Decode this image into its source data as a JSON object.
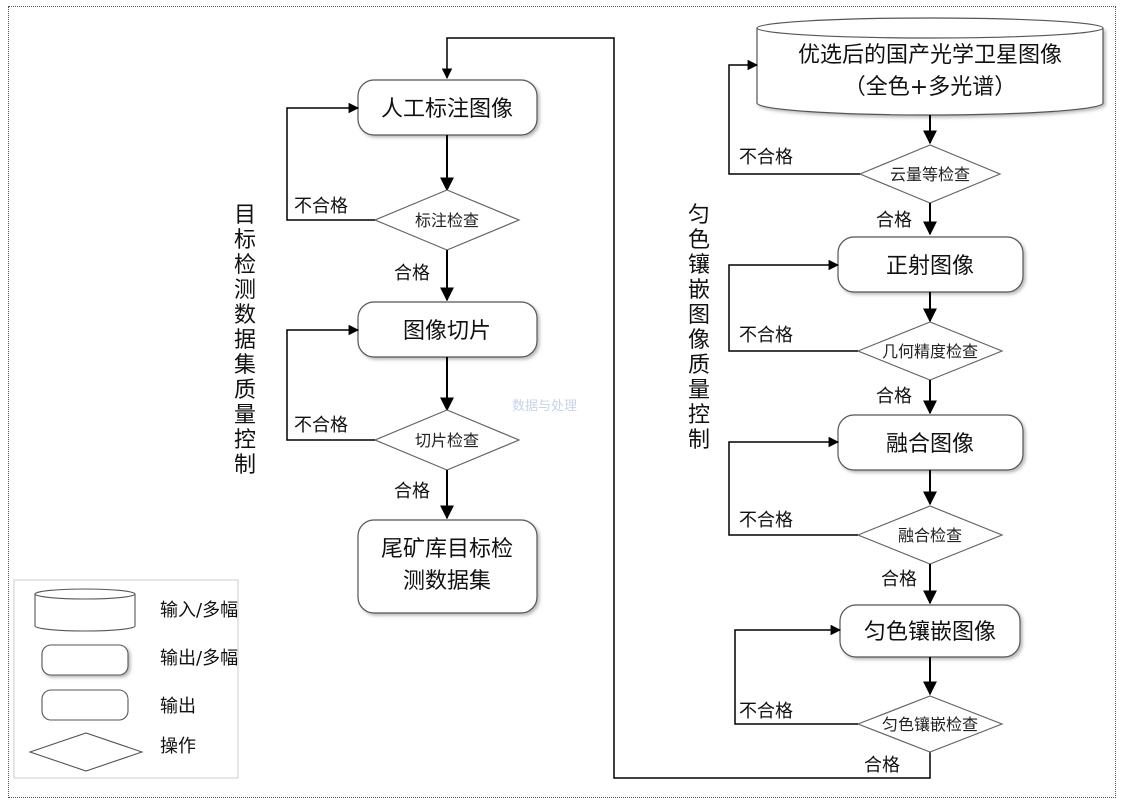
{
  "left_flow": {
    "vertical_title": "目标检测数据集质量控制",
    "nodes": {
      "annotate": "人工标注图像",
      "annotate_check": "标注检查",
      "slice": "图像切片",
      "slice_check": "切片检查",
      "dataset_line1": "尾矿库目标检",
      "dataset_line2": "测数据集"
    }
  },
  "right_flow": {
    "vertical_title": "匀色镶嵌图像质量控制",
    "nodes": {
      "input_line1": "优选后的国产光学卫星图像",
      "input_line2": "（全色+多光谱）",
      "cloud_check": "云量等检查",
      "ortho": "正射图像",
      "geo_check": "几何精度检查",
      "fusion": "融合图像",
      "fusion_check": "融合检查",
      "mosaic": "匀色镶嵌图像",
      "mosaic_check": "匀色镶嵌检查"
    }
  },
  "labels": {
    "fail": "不合格",
    "pass": "合格"
  },
  "watermark": "数据与处理",
  "legend": {
    "input_multi": "输入/多幅",
    "output_multi": "输出/多幅",
    "output": "输出",
    "operation": "操作"
  }
}
